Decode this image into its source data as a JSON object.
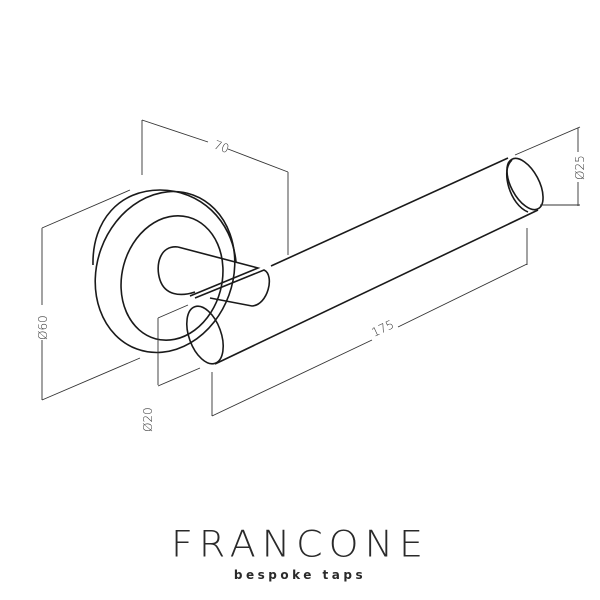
{
  "drawing": {
    "dimensions": {
      "depth": "70",
      "end_diameter": "Ø25",
      "rosette_diameter": "Ø60",
      "bar_diameter": "Ø20",
      "length": "175"
    }
  },
  "brand": {
    "name": "FRANCONE",
    "tagline": "Bespoke Taps"
  }
}
